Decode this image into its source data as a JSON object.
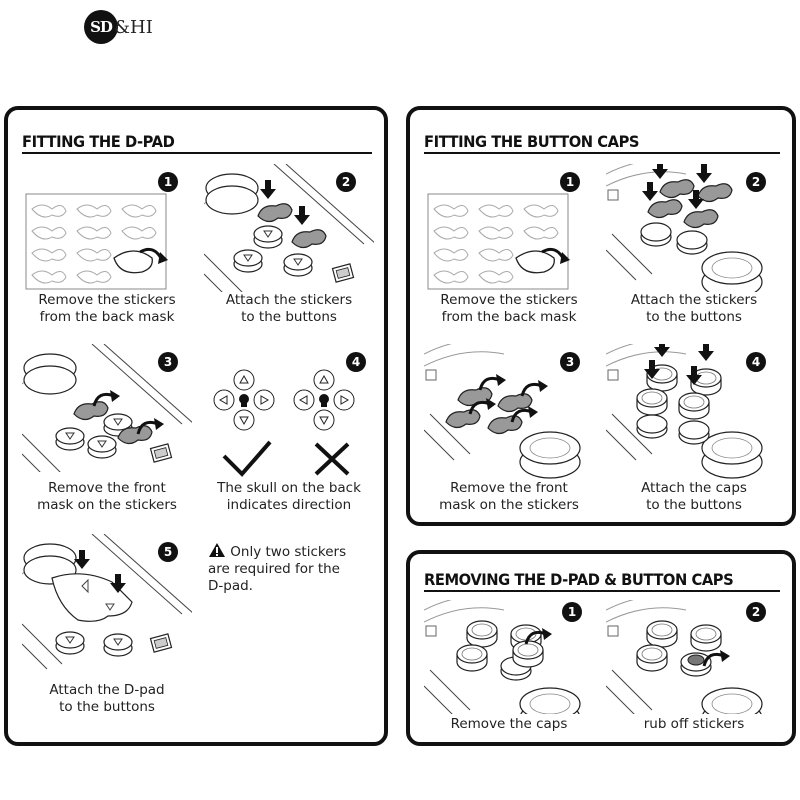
{
  "logo": {
    "badge": "SD",
    "text": "&HI"
  },
  "dpad": {
    "title": "FITTING THE D-PAD",
    "steps": [
      {
        "num": "1",
        "line1": "Remove the stickers",
        "line2": "from the back mask"
      },
      {
        "num": "2",
        "line1": "Attach the stickers",
        "line2": "to the buttons"
      },
      {
        "num": "3",
        "line1": "Remove the front",
        "line2": "mask on the stickers"
      },
      {
        "num": "4",
        "line1": "The skull on the back",
        "line2": "indicates direction"
      },
      {
        "num": "5",
        "line1": "Attach the D-pad",
        "line2": "to the buttons"
      }
    ],
    "note": {
      "line1": "Only two stickers",
      "line2": "are required for the",
      "line3": "D-pad."
    }
  },
  "caps": {
    "title": "FITTING THE BUTTON CAPS",
    "steps": [
      {
        "num": "1",
        "line1": "Remove the stickers",
        "line2": "from the back mask"
      },
      {
        "num": "2",
        "line1": "Attach the stickers",
        "line2": "to the buttons"
      },
      {
        "num": "3",
        "line1": "Remove the front",
        "line2": "mask on the stickers"
      },
      {
        "num": "4",
        "line1": "Attach the caps",
        "line2": "to the buttons"
      }
    ]
  },
  "removing": {
    "title": "REMOVING THE D-PAD & BUTTON CAPS",
    "steps": [
      {
        "num": "1",
        "line1": "Remove the caps"
      },
      {
        "num": "2",
        "line1": "rub off stickers"
      }
    ]
  },
  "icons": {
    "check": "checkmark-icon",
    "cross": "cross-icon",
    "warning": "warning-icon",
    "arrow": "arrow-icon"
  }
}
